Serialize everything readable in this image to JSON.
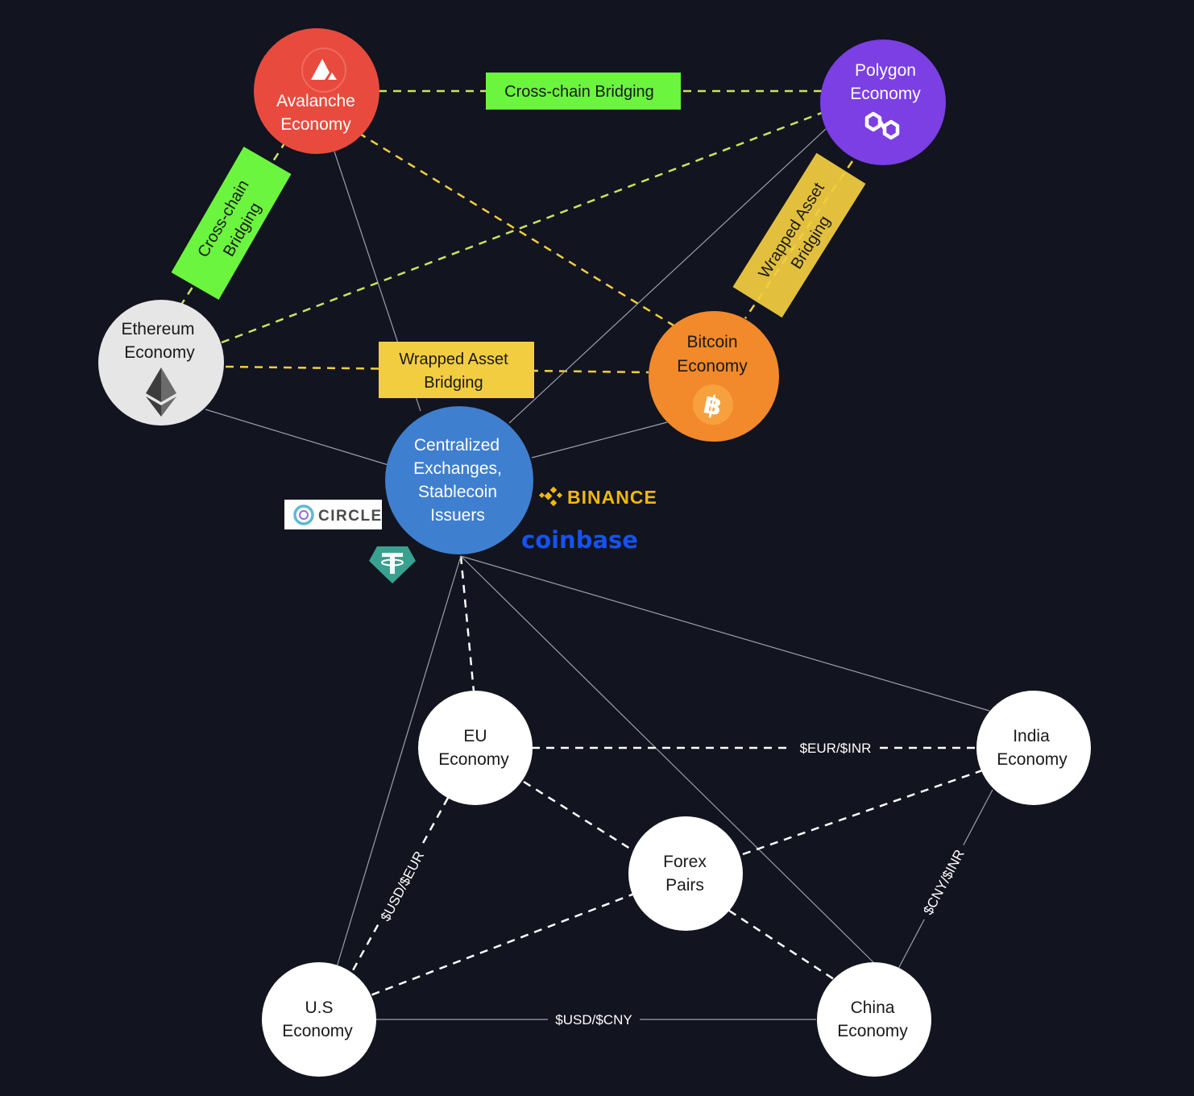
{
  "colors": {
    "background": "#12141f",
    "avalanche": "#e84b3e",
    "polygon": "#7b3fe4",
    "bitcoin": "#f2892b",
    "ethereum": "#e6e6e6",
    "exchanges": "#3f7fcf",
    "fiat": "#ffffff",
    "tag_green": "#6cf53f",
    "tag_yellow": "#f2cd3f",
    "binance": "#f0b90b",
    "coinbase": "#1652f0",
    "tether": "#3aa08f"
  },
  "nodes": {
    "avalanche": {
      "line1": "Avalanche",
      "line2": "Economy",
      "icon": "avalanche-logo"
    },
    "polygon": {
      "line1": "Polygon",
      "line2": "Economy",
      "icon": "polygon-logo"
    },
    "ethereum": {
      "line1": "Ethereum",
      "line2": "Economy",
      "icon": "ethereum-logo"
    },
    "bitcoin": {
      "line1": "Bitcoin",
      "line2": "Economy",
      "icon": "bitcoin-logo"
    },
    "exchanges": {
      "line1": "Centralized",
      "line2": "Exchanges,",
      "line3": "Stablecoin",
      "line4": "Issuers"
    },
    "eu": {
      "line1": "EU",
      "line2": "Economy"
    },
    "india": {
      "line1": "India",
      "line2": "Economy"
    },
    "forex": {
      "line1": "Forex",
      "line2": "Pairs"
    },
    "us": {
      "line1": "U.S",
      "line2": "Economy"
    },
    "china": {
      "line1": "China",
      "line2": "Economy"
    }
  },
  "tags": {
    "top_bridge": "Cross-chain Bridging",
    "left_bridge_line1": "Cross-chain",
    "left_bridge_line2": "Bridging",
    "middle_wrapped_line1": "Wrapped Asset",
    "middle_wrapped_line2": "Bridging",
    "right_wrapped_line1": "Wrapped Asset",
    "right_wrapped_line2": "Bridging"
  },
  "edge_labels": {
    "eur_inr": "$EUR/$INR",
    "usd_eur": "$USD/$EUR",
    "cny_inr": "$CNY/$INR",
    "usd_cny": "$USD/$CNY"
  },
  "brands": {
    "binance": "BINANCE",
    "coinbase": "coinbase",
    "circle": "CIRCLE",
    "tether_icon": "tether-logo"
  }
}
